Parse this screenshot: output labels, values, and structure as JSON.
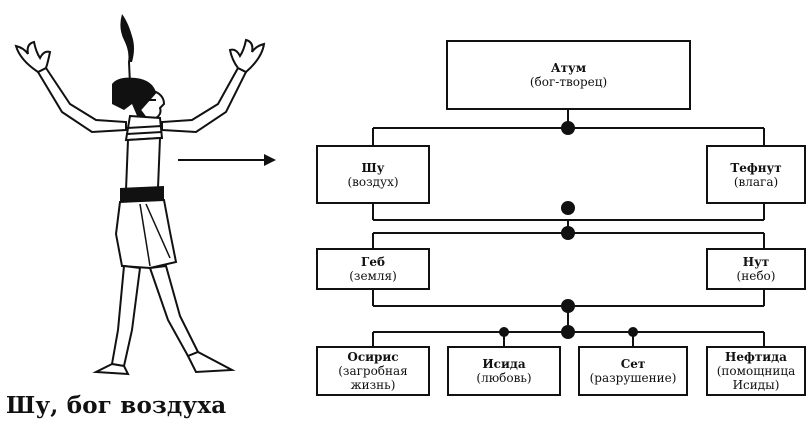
{
  "caption": "Шу, бог воздуха",
  "nodes": {
    "atum": {
      "name": "Атум",
      "desc": "(бог-творец)"
    },
    "shu": {
      "name": "Шу",
      "desc": "(воздух)"
    },
    "tefnut": {
      "name": "Тефнут",
      "desc": "(влага)"
    },
    "geb": {
      "name": "Геб",
      "desc": "(земля)"
    },
    "nut": {
      "name": "Нут",
      "desc": "(небо)"
    },
    "osiris": {
      "name": "Осирис",
      "desc": "(загробная жизнь)"
    },
    "isis": {
      "name": "Исида",
      "desc": "(любовь)"
    },
    "set": {
      "name": "Сет",
      "desc": "(разрушение)"
    },
    "nephthys": {
      "name": "Нефтида",
      "desc": "(помощница Исиды)"
    }
  }
}
